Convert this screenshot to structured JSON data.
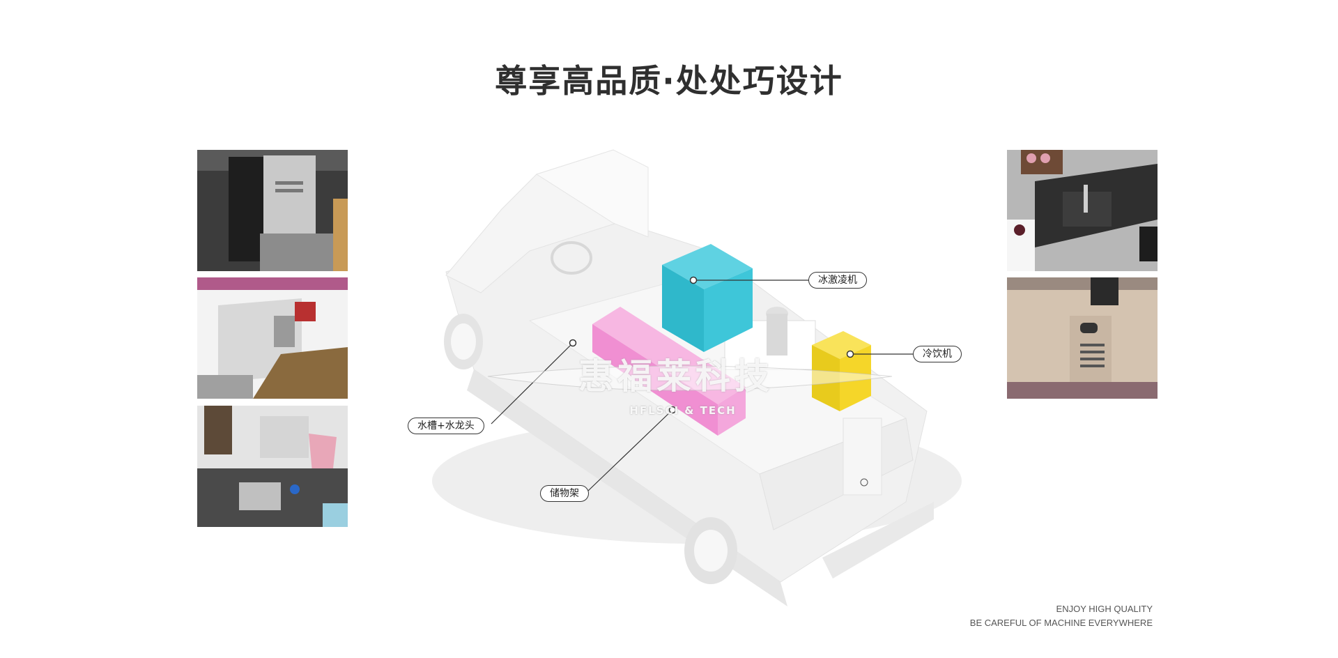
{
  "title": "尊享高品质·处处巧设计",
  "callouts": {
    "ice_cream": "冰激凌机",
    "cold_drink": "冷饮机",
    "sink": "水槽+水龙头",
    "storage": "储物架"
  },
  "watermark": {
    "brand_cn": "惠福莱科技",
    "brand_en": "HFLSCI & TECH"
  },
  "footer": {
    "line1": "ENJOY HIGH QUALITY",
    "line2": "BE CAREFUL OF MACHINE EVERYWHERE"
  },
  "colors": {
    "ice_cream_box": "#36c4d8",
    "storage_box": "#f29ad6",
    "cold_drink_box": "#f5d629",
    "truck": "#f1f1f1"
  }
}
